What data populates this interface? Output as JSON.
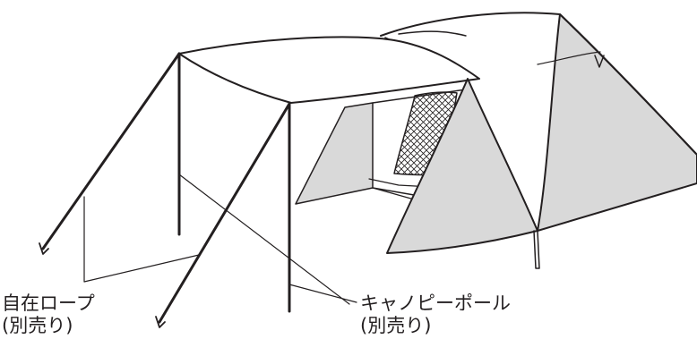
{
  "labels": {
    "guy_rope": {
      "line1": "自在ロープ",
      "line2": "(別売り)"
    },
    "canopy_pole": {
      "line1": "キャノピーポール",
      "line2": "(別売り)"
    }
  },
  "colors": {
    "line": "#231f20",
    "panel_fill": "#d9d9d9",
    "background": "#ffffff"
  }
}
